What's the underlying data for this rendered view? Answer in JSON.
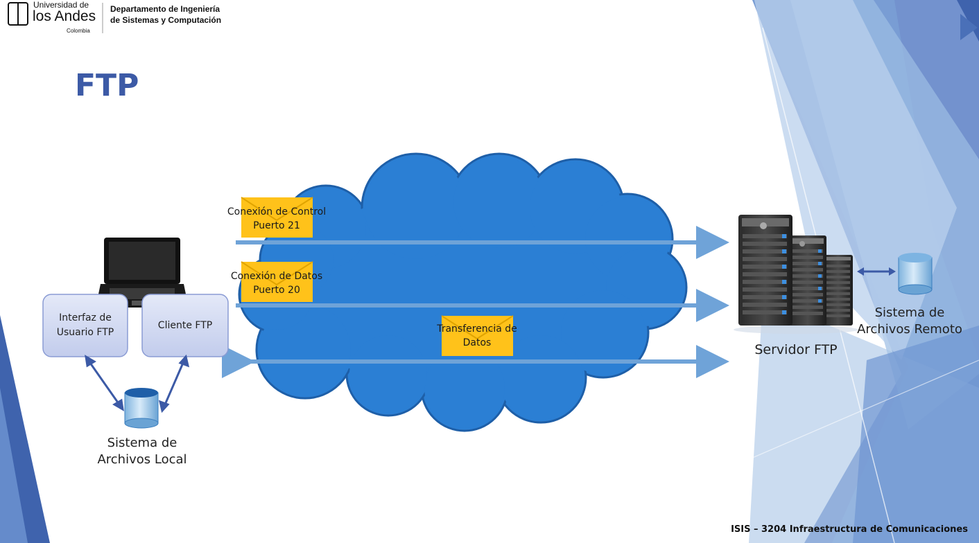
{
  "header": {
    "logo_line1": "Universidad de",
    "logo_line2": "los Andes",
    "logo_line3": "Colombia",
    "department_line1": "Departamento de Ingeniería",
    "department_line2": "de Sistemas y Computación"
  },
  "title": "FTP",
  "client": {
    "ui_box": [
      "Interfaz de",
      "Usuario FTP"
    ],
    "client_box": "Cliente FTP",
    "filesystem": [
      "Sistema de",
      "Archivos Local"
    ]
  },
  "connections": {
    "control": [
      "Conexión de Control",
      "Puerto 21"
    ],
    "data": [
      "Conexión de Datos",
      "Puerto 20"
    ],
    "transfer": [
      "Transferencia de",
      "Datos"
    ]
  },
  "server": {
    "label": "Servidor FTP",
    "filesystem": [
      "Sistema de",
      "Archivos Remoto"
    ]
  },
  "footer": "ISIS – 3204 Infraestructura de Comunicaciones",
  "colors": {
    "cloud": "#2b7fd4",
    "envelope": "#ffc21a",
    "arrow": "#6fa3d8",
    "title": "#3c5aa6",
    "box_fill": "#cdd6f0",
    "box_stroke": "#8a9bd4"
  }
}
